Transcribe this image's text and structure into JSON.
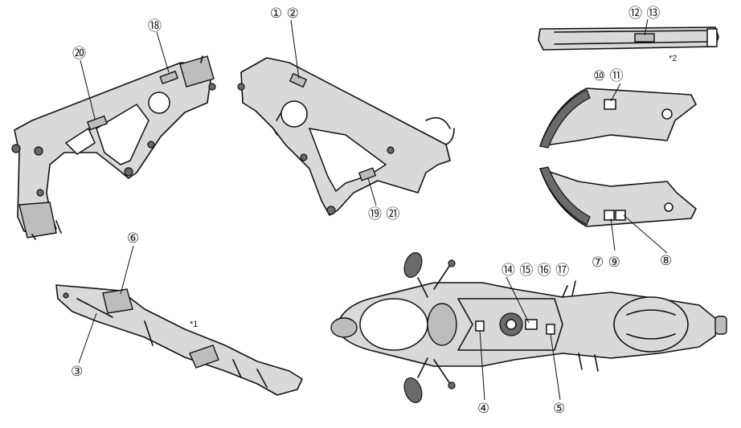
{
  "labels": {
    "l1_2": "① ②",
    "l3": "③",
    "l4": "④",
    "l5": "⑤",
    "l6": "⑥",
    "l7_9": "⑦ ⑨",
    "l8": "⑧",
    "l10_11": "⑩ ⑪",
    "l12_13": "⑫ ⑬",
    "l14_17": "⑭ ⑮ ⑯ ⑰",
    "l18": "⑱",
    "l19_21": "⑲ ㉑",
    "l20": "⑳"
  },
  "notes": {
    "n1": "*1",
    "n2": "*2"
  }
}
